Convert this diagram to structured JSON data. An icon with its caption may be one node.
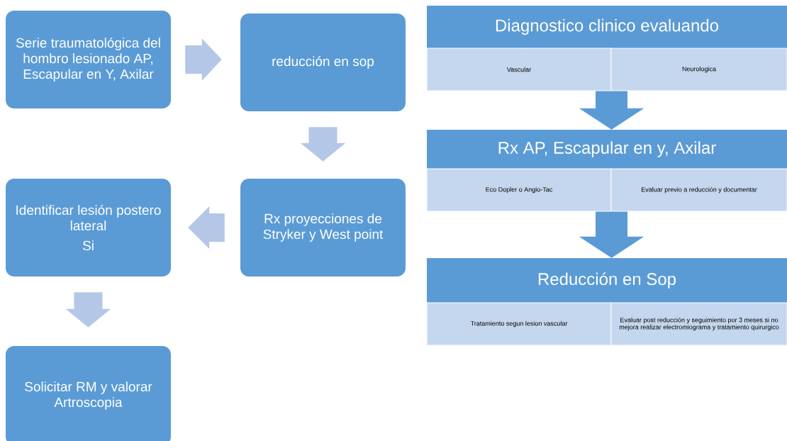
{
  "diagram": {
    "nodes": [
      {
        "text": [
          "Serie traumatológica del hombro lesionado AP,  Escapular en Y, Axilar"
        ]
      },
      {
        "text": [
          "reducción en sop"
        ]
      },
      {
        "text": [
          "Rx proyecciones de Stryker y West point"
        ]
      },
      {
        "text": [
          "Identificar lesión postero lateral",
          "Si"
        ]
      },
      {
        "text": [
          "Solicitar RM y valorar Artroscopia"
        ]
      },
      {
        "text": [
          "Diagnostico clinico evaluando"
        ]
      },
      {
        "text": [
          "Vascular"
        ]
      },
      {
        "text": [
          "Neurologica"
        ]
      },
      {
        "text": [
          "Rx AP, Escapular en y, Axilar"
        ]
      },
      {
        "text": [
          "Eco Dopler o Angio-Tac"
        ]
      },
      {
        "text": [
          "Evaluar previo a reducción y documentar"
        ]
      },
      {
        "text": [
          "Reducción en Sop"
        ]
      },
      {
        "text": [
          "Tratamiento segun lesion vascular"
        ]
      },
      {
        "text": [
          "Evaluar post reducción y seguimiento por 3 meses si no mejora realizar electromiograma y tratamiento quirurgico"
        ]
      }
    ],
    "edges": [
      {
        "from": 0,
        "to": 1,
        "arrow": "to"
      },
      {
        "from": 1,
        "to": 2,
        "arrow": "to"
      },
      {
        "from": 2,
        "to": 3,
        "arrow": "to"
      },
      {
        "from": 3,
        "to": 4,
        "arrow": "to"
      },
      {
        "from": 6,
        "to": 8,
        "arrow": "to",
        "color": "#5b9bd5"
      },
      {
        "from": 9,
        "to": 11,
        "arrow": "to",
        "color": "#5b9bd5"
      }
    ]
  }
}
